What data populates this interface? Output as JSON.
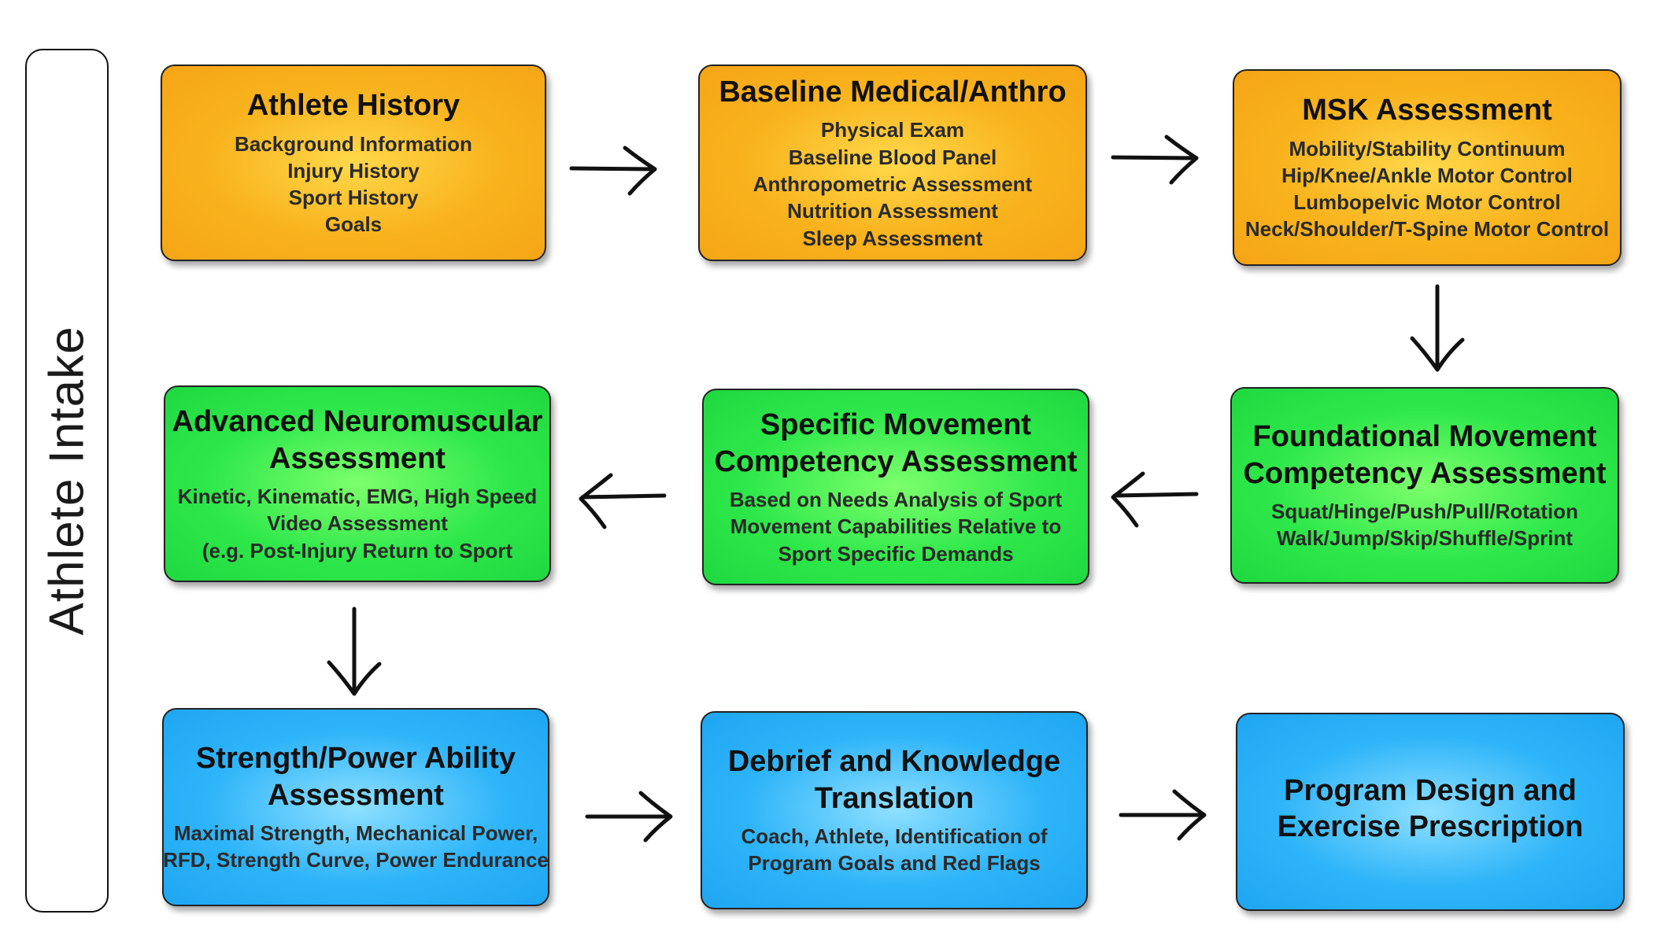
{
  "side_label": "Athlete Intake",
  "nodes": {
    "athlete_history": {
      "title": "Athlete History",
      "lines": [
        "Background Information",
        "Injury History",
        "Sport History",
        "Goals"
      ]
    },
    "baseline_medical": {
      "title": "Baseline Medical/Anthro",
      "lines": [
        "Physical Exam",
        "Baseline Blood Panel",
        "Anthropometric Assessment",
        "Nutrition Assessment",
        "Sleep Assessment"
      ]
    },
    "msk_assessment": {
      "title": "MSK Assessment",
      "lines": [
        "Mobility/Stability Continuum",
        "Hip/Knee/Ankle Motor Control",
        "Lumbopelvic Motor Control",
        "Neck/Shoulder/T-Spine Motor Control"
      ]
    },
    "foundational_movement": {
      "title": "Foundational Movement\nCompetency Assessment",
      "lines": [
        "Squat/Hinge/Push/Pull/Rotation",
        "Walk/Jump/Skip/Shuffle/Sprint"
      ]
    },
    "specific_movement": {
      "title": "Specific Movement\nCompetency Assessment",
      "lines": [
        "Based on Needs Analysis of Sport",
        "Movement Capabilities Relative to",
        "Sport Specific Demands"
      ]
    },
    "advanced_neuromuscular": {
      "title": "Advanced Neuromuscular\nAssessment",
      "lines": [
        "Kinetic, Kinematic, EMG, High Speed",
        "Video Assessment",
        "(e.g. Post-Injury Return to Sport"
      ]
    },
    "strength_power": {
      "title": "Strength/Power Ability\nAssessment",
      "lines": [
        "Maximal Strength, Mechanical Power,",
        "RFD, Strength Curve, Power Endurance"
      ]
    },
    "debrief": {
      "title": "Debrief and Knowledge\nTranslation",
      "lines": [
        "Coach, Athlete, Identification of",
        "Program Goals and Red Flags"
      ]
    },
    "program_design": {
      "title": "Program Design and\nExercise Prescription",
      "lines": []
    }
  },
  "colors": {
    "orange": "#f8b21c",
    "green": "#2ee84a",
    "blue": "#2eb4f8"
  },
  "arrow_icon": "hand-drawn-arrow-icon"
}
